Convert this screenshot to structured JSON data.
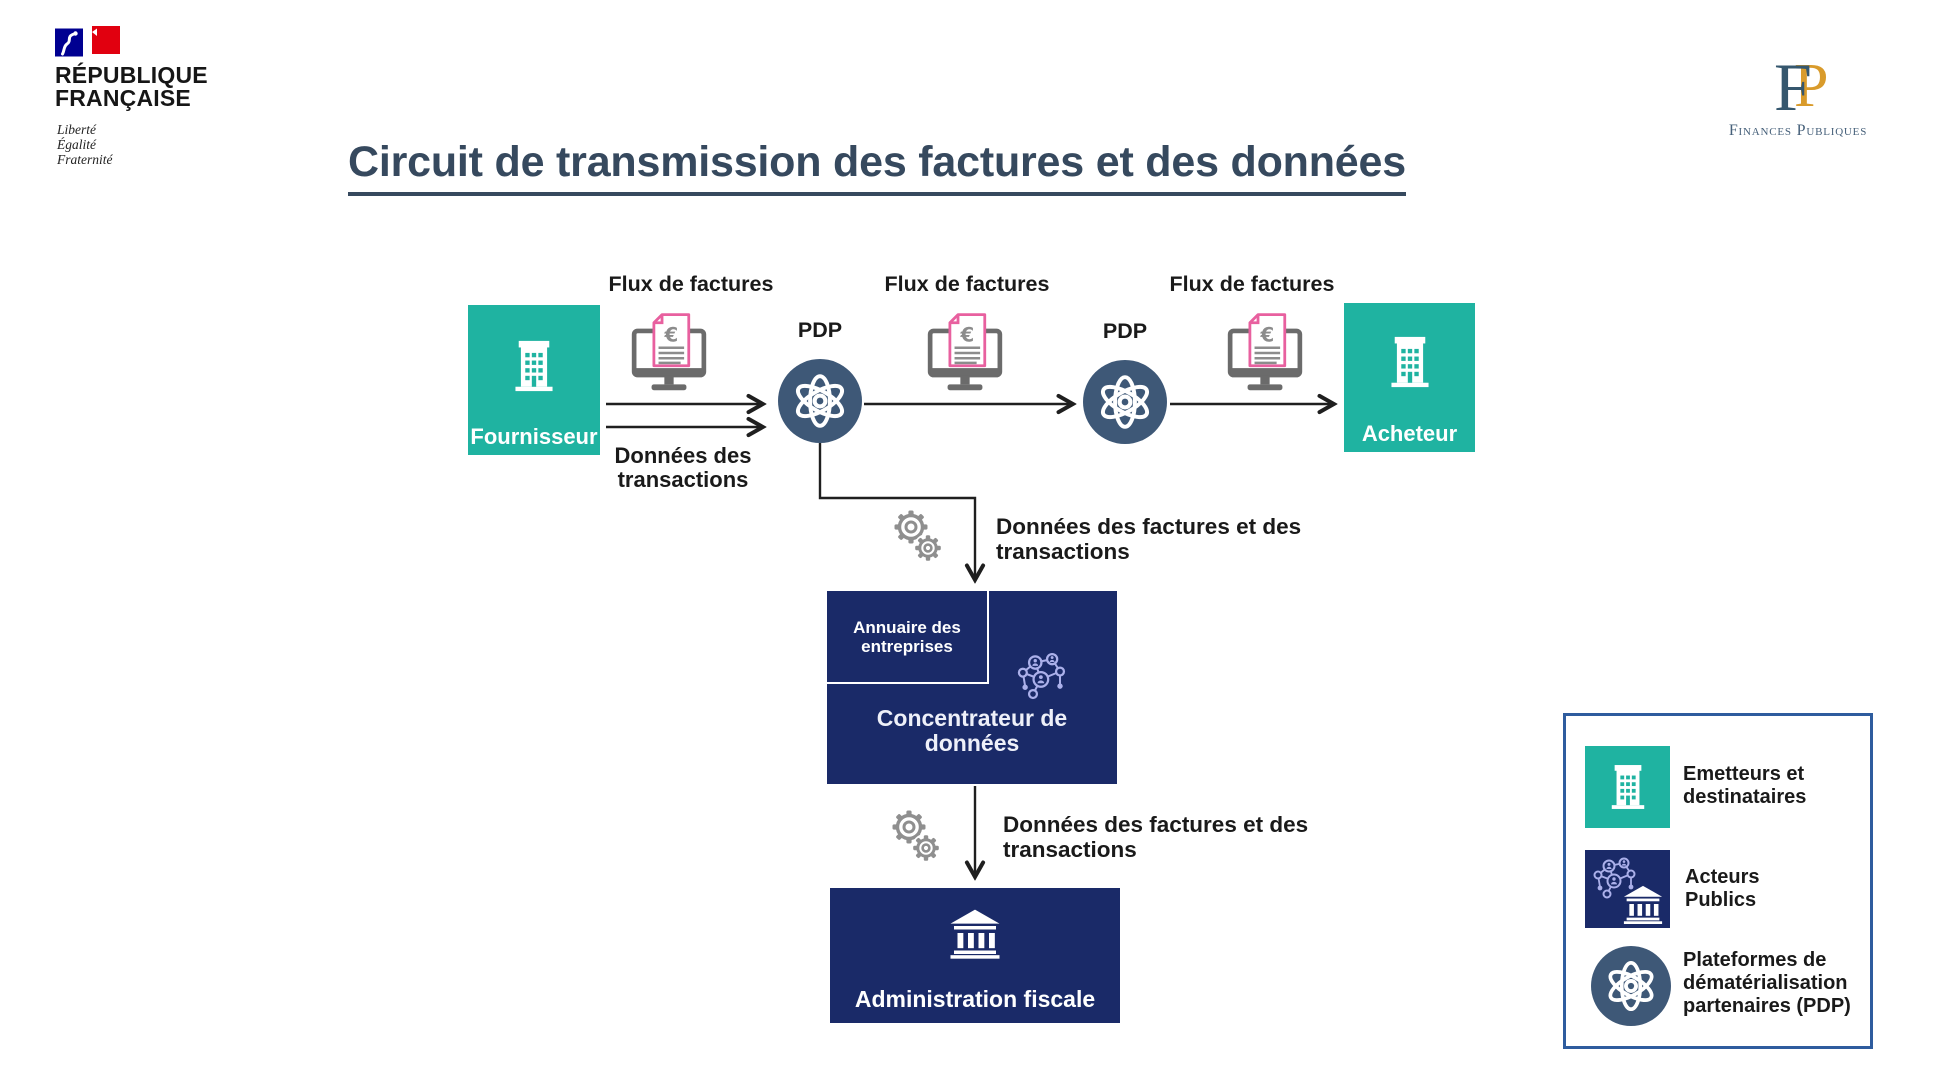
{
  "branding": {
    "republique": {
      "line1": "RÉPUBLIQUE",
      "line2": "FRANÇAISE",
      "motto": [
        "Liberté",
        "Égalité",
        "Fraternité"
      ]
    },
    "finances_publiques": {
      "monogram_f": "F",
      "monogram_p": "P",
      "label": "Finances Publiques"
    }
  },
  "title": "Circuit de transmission des factures et des données",
  "flow": {
    "fournisseur_label": "Fournisseur",
    "acheteur_label": "Acheteur",
    "pdp_label_1": "PDP",
    "pdp_label_2": "PDP",
    "flux_label_1": "Flux de factures",
    "flux_label_2": "Flux de factures",
    "flux_label_3": "Flux de factures",
    "donnees_transactions_label": "Données des transactions",
    "donnees_factures_label_1": "Données des factures et des transactions",
    "donnees_factures_label_2": "Données des factures et des transactions",
    "annuaire_label": "Annuaire des entreprises",
    "concentrateur_label": "Concentrateur de données",
    "administration_label": "Administration fiscale"
  },
  "legend": {
    "items": [
      {
        "icon": "building-icon",
        "label": "Emetteurs et destinataires"
      },
      {
        "icon": "acteurs-publics-icon",
        "label": "Acteurs Publics"
      },
      {
        "icon": "atom-icon",
        "label": "Plateformes de dématérialisation partenaires (PDP)"
      }
    ]
  },
  "colors": {
    "teal": "#1FB3A1",
    "navy": "#1A2A68",
    "slate_circle": "#3E5877",
    "invoice_pink": "#E8609F",
    "icon_gray": "#8C8C8C",
    "monitor_gray": "#6B6B6B",
    "title_blue": "#36495E",
    "legend_border": "#2E5C9E",
    "network_lavender": "#ABB0EA",
    "flag_blue": "#000091",
    "flag_red": "#E1000F",
    "fp_gold": "#D99B2B",
    "fp_blue": "#35576E",
    "arrow_black": "#1F1F1F"
  }
}
